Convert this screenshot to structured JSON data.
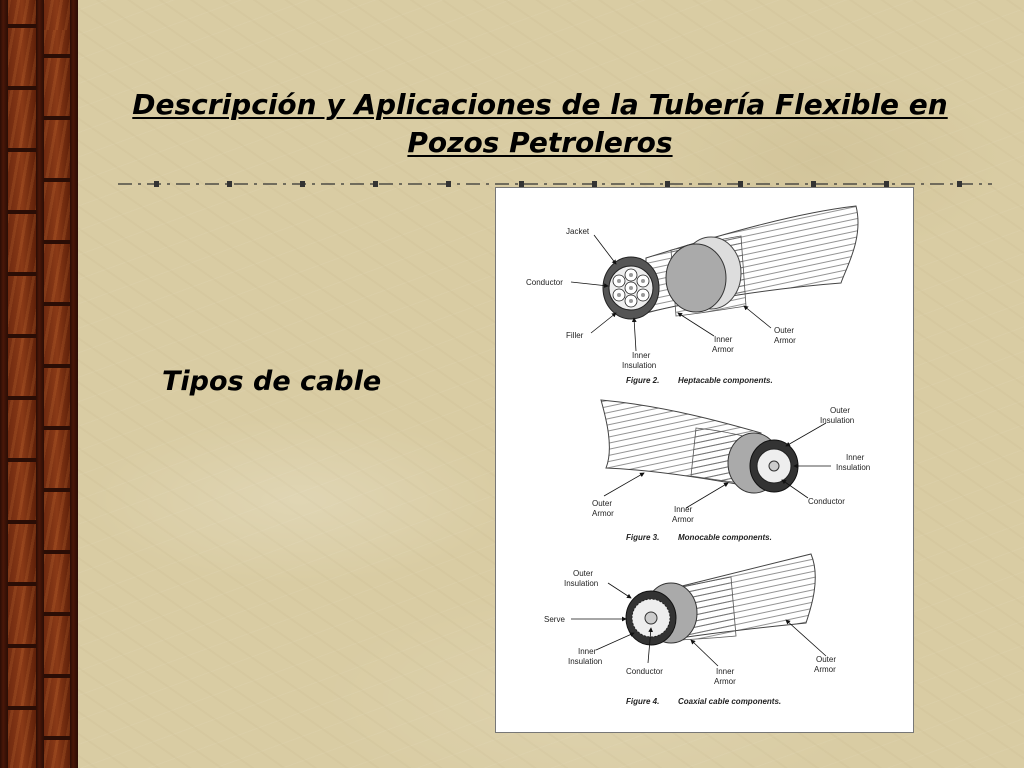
{
  "slide": {
    "title": "Descripción y Aplicaciones de la Tubería Flexible en Pozos Petroleros",
    "subtitle": "Tipos de cable"
  },
  "figure": {
    "fig2": {
      "caption_num": "Figure 2.",
      "caption_text": "Heptacable components.",
      "labels": {
        "jacket": "Jacket",
        "conductor": "Conductor",
        "filler": "Filler",
        "inner_insulation_1": "Inner",
        "inner_insulation_2": "Insulation",
        "inner_armor_1": "Inner",
        "inner_armor_2": "Armor",
        "outer_armor_1": "Outer",
        "outer_armor_2": "Armor"
      }
    },
    "fig3": {
      "caption_num": "Figure 3.",
      "caption_text": "Monocable components.",
      "labels": {
        "outer_insulation_1": "Outer",
        "outer_insulation_2": "Insulation",
        "inner_insulation_1": "Inner",
        "inner_insulation_2": "Insulation",
        "conductor": "Conductor",
        "outer_armor_1": "Outer",
        "outer_armor_2": "Armor",
        "inner_armor_1": "Inner",
        "inner_armor_2": "Armor"
      }
    },
    "fig4": {
      "caption_num": "Figure 4.",
      "caption_text": "Coaxial cable components.",
      "labels": {
        "outer_insulation_1": "Outer",
        "outer_insulation_2": "Insulation",
        "serve": "Serve",
        "inner_insulation_1": "Inner",
        "inner_insulation_2": "Insulation",
        "conductor": "Conductor",
        "inner_armor_1": "Inner",
        "inner_armor_2": "Armor",
        "outer_armor_1": "Outer",
        "outer_armor_2": "Armor"
      }
    }
  }
}
